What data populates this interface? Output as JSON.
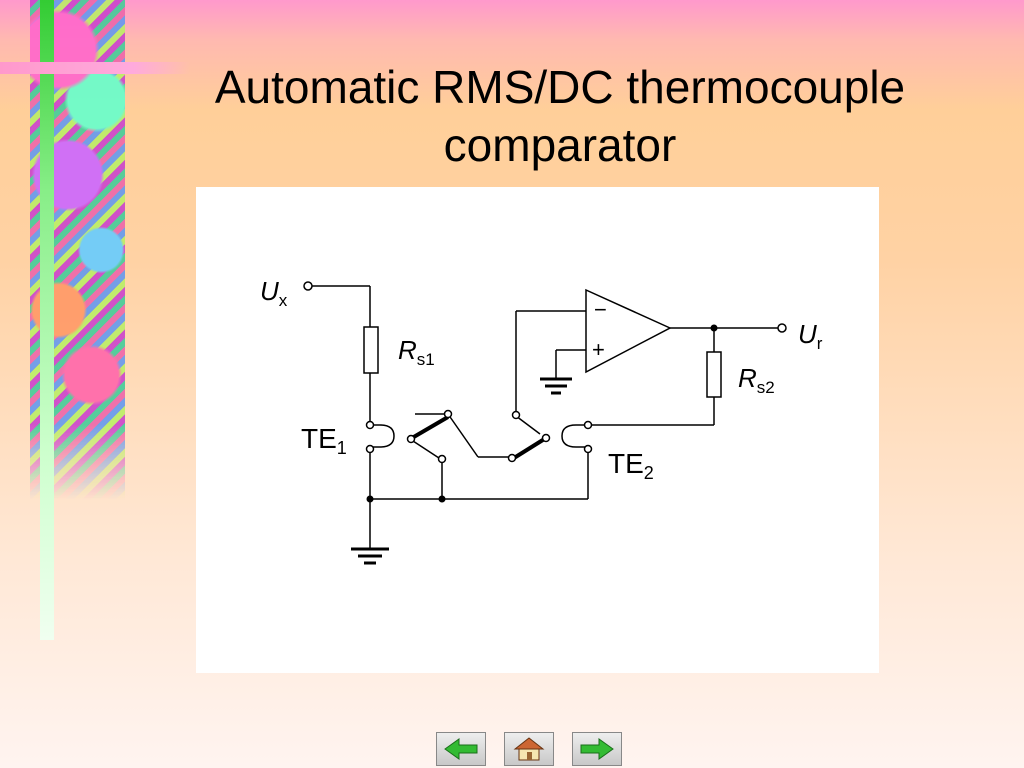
{
  "slide": {
    "title": "Automatic RMS/DC thermocouple comparator"
  },
  "diagram": {
    "labels": {
      "ux_main": "U",
      "ux_sub": "x",
      "rs1_main": "R",
      "rs1_sub": "s1",
      "te1_main": "TE",
      "te1_sub": "1",
      "te2_main": "TE",
      "te2_sub": "2",
      "rs2_main": "R",
      "rs2_sub": "s2",
      "ur_main": "U",
      "ur_sub": "r",
      "opamp_minus": "−",
      "opamp_plus": "+"
    }
  },
  "navigation": {
    "back_icon": "left-arrow-icon",
    "home_icon": "home-icon",
    "forward_icon": "right-arrow-icon",
    "arrow_color": "#33bb33"
  }
}
